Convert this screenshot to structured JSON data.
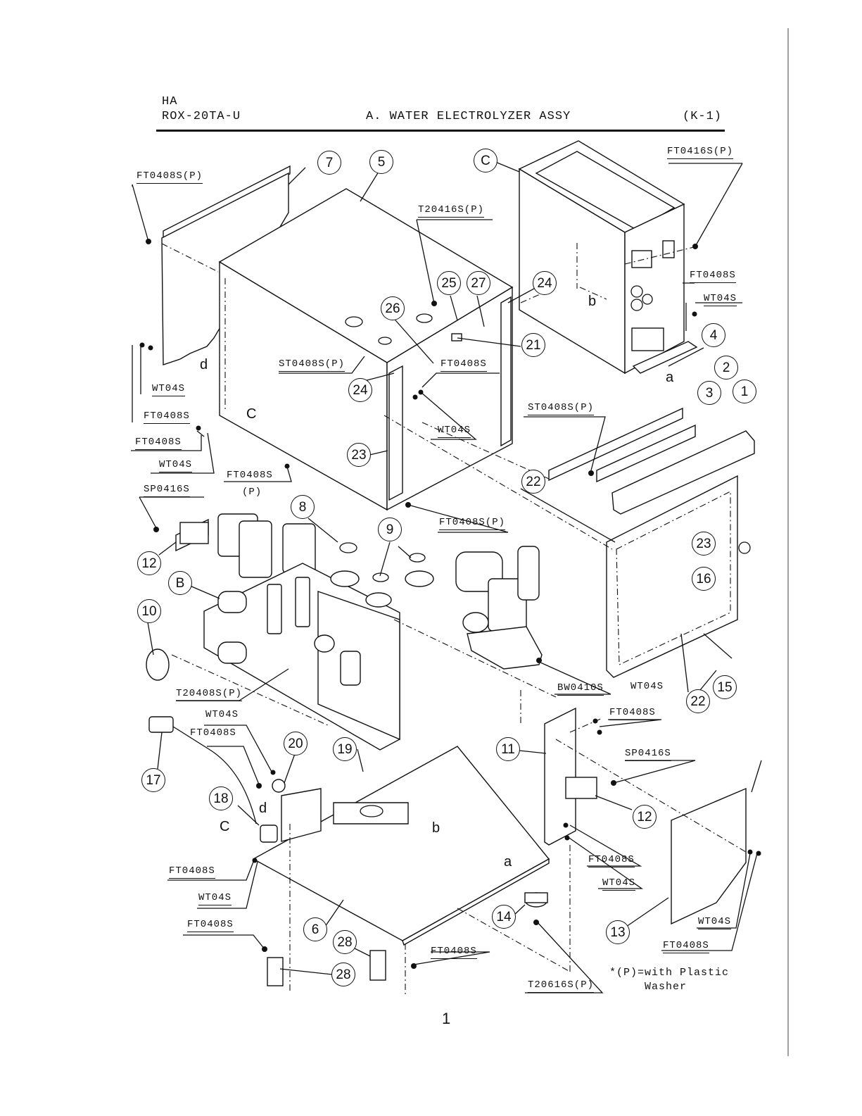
{
  "header": {
    "maker": "HA",
    "model": "ROX-20TA-U",
    "title": "A. WATER ELECTROLYZER ASSY",
    "code": "(K-1)"
  },
  "part_labels": {
    "ft0408s_p_a": "FT0408S(P)",
    "ft0416s_p": "FT0416S(P)",
    "t20416s_p": "T20416S(P)",
    "ft0408s_r1": "FT0408S",
    "wt04s_r1": "WT04S",
    "st0408s_p_a": "ST0408S(P)",
    "ft0408s_mid": "FT0408S",
    "wt04s_left1": "WT04S",
    "ft0408s_left1": "FT0408S",
    "ft0408s_left2": "FT0408S",
    "wt04s_left2": "WT04S",
    "wt04s_mid": "WT04S",
    "st0408s_p_b": "ST0408S(P)",
    "ft0408s_p_b": "FT0408S",
    "ft0408s_p_b_suffix": "(P)",
    "sp0416s_a": "SP0416S",
    "ft0408s_p_c": "FT0408S(P)",
    "bw0410s": "BW0410S",
    "wt04s_r2": "WT04S",
    "ft0408s_r2": "FT0408S",
    "t20408s_p": "T20408S(P)",
    "wt04s_lw": "WT04S",
    "ft0408s_lw": "FT0408S",
    "sp0416s_b": "SP0416S",
    "ft0408s_r3": "FT0408S",
    "wt04s_r3": "WT04S",
    "ft0408s_bl1": "FT0408S",
    "wt04s_bl": "WT04S",
    "ft0408s_bl2": "FT0408S",
    "wt04s_br": "WT04S",
    "ft0408s_br": "FT0408S",
    "ft0408s_bottom": "FT0408S",
    "t20616s_p": "T20616S(P)"
  },
  "callouts": [
    "1",
    "2",
    "3",
    "4",
    "5",
    "6",
    "7",
    "8",
    "9",
    "10",
    "11",
    "12",
    "12",
    "13",
    "14",
    "15",
    "16",
    "17",
    "18",
    "19",
    "20",
    "21",
    "22",
    "22",
    "23",
    "23",
    "24",
    "24",
    "25",
    "26",
    "27",
    "28",
    "28"
  ],
  "letters": {
    "c_big": "C",
    "b_big": "B",
    "d1": "d",
    "c1": "C",
    "b1": "b",
    "a1": "a",
    "d2": "d",
    "c2": "C",
    "b2": "b",
    "a2": "a"
  },
  "note": {
    "line1": "*(P)=with Plastic",
    "line2": "Washer"
  },
  "page_number": "1"
}
